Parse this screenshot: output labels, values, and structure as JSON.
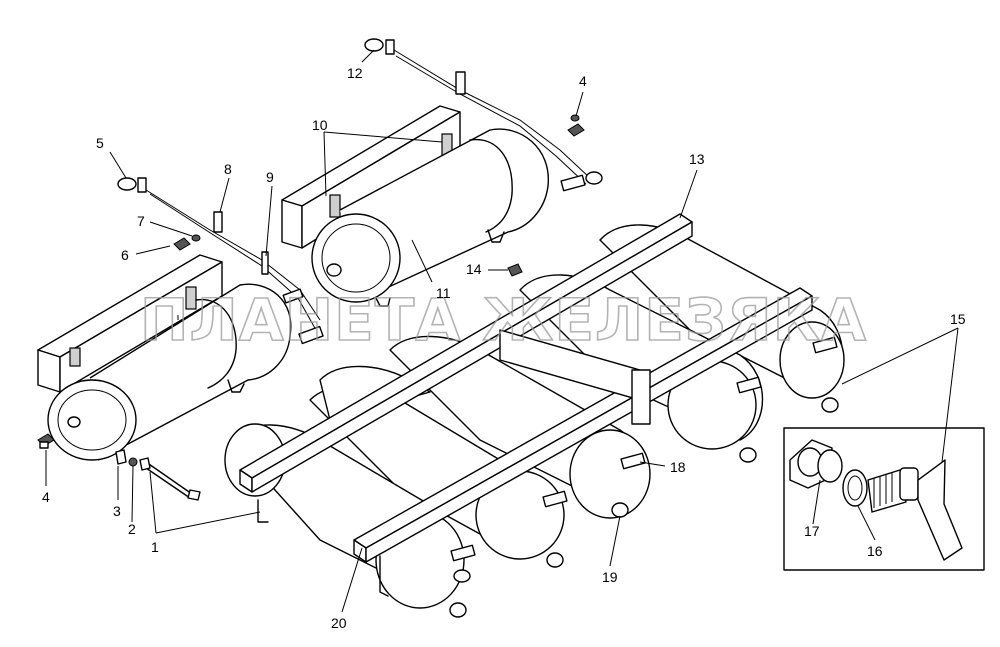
{
  "watermark": "ПЛАНЕТА ЖЕЛЕЗЯКА",
  "callouts": [
    {
      "id": "c1",
      "text": "1"
    },
    {
      "id": "c2",
      "text": "2"
    },
    {
      "id": "c3",
      "text": "3"
    },
    {
      "id": "c4a",
      "text": "4"
    },
    {
      "id": "c4b",
      "text": "4"
    },
    {
      "id": "c5",
      "text": "5"
    },
    {
      "id": "c6",
      "text": "6"
    },
    {
      "id": "c7",
      "text": "7"
    },
    {
      "id": "c8",
      "text": "8"
    },
    {
      "id": "c9",
      "text": "9"
    },
    {
      "id": "c10",
      "text": "10"
    },
    {
      "id": "c11",
      "text": "11"
    },
    {
      "id": "c12",
      "text": "12"
    },
    {
      "id": "c13",
      "text": "13"
    },
    {
      "id": "c14",
      "text": "14"
    },
    {
      "id": "c15",
      "text": "15"
    },
    {
      "id": "c16",
      "text": "16"
    },
    {
      "id": "c17",
      "text": "17"
    },
    {
      "id": "c18",
      "text": "18"
    },
    {
      "id": "c19",
      "text": "19"
    },
    {
      "id": "c20",
      "text": "20"
    }
  ]
}
